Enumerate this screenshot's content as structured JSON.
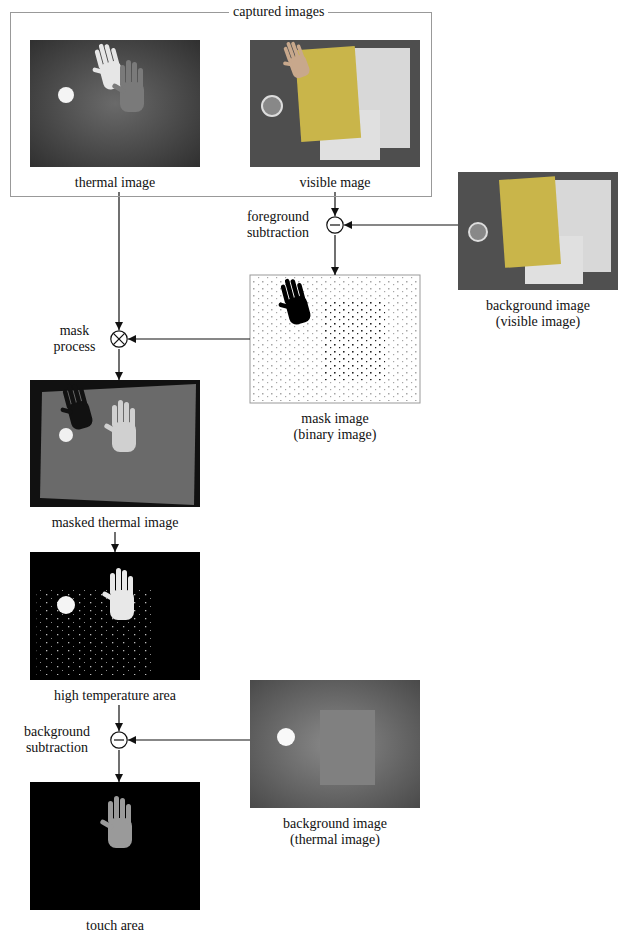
{
  "diagram": {
    "nodes": [
      {
        "text": [
          "captured images"
        ]
      },
      {
        "text": [
          "thermal image"
        ],
        "in": 0
      },
      {
        "text": [
          "visible mage"
        ],
        "in": 0
      },
      {
        "text": [
          "foreground subtraction"
        ]
      },
      {
        "text": [
          "background image (visible image)"
        ]
      },
      {
        "text": [
          "mask process"
        ]
      },
      {
        "text": [
          "mask image (binary image)"
        ]
      },
      {
        "text": [
          "masked thermal image"
        ]
      },
      {
        "text": [
          "high temperature area"
        ]
      },
      {
        "text": [
          "background subtraction"
        ]
      },
      {
        "text": [
          "background image (thermal image)"
        ]
      },
      {
        "text": [
          "touch area"
        ]
      }
    ],
    "edges": [
      {
        "from": 1,
        "to": 5,
        "arrow": "to"
      },
      {
        "from": 2,
        "to": 3,
        "arrow": "to"
      },
      {
        "from": 4,
        "to": 3,
        "arrow": "to"
      },
      {
        "from": 3,
        "to": 6,
        "arrow": "to"
      },
      {
        "from": 6,
        "to": 5,
        "arrow": "to"
      },
      {
        "from": 5,
        "to": 7,
        "arrow": "to"
      },
      {
        "from": 7,
        "to": 8,
        "arrow": "to"
      },
      {
        "from": 8,
        "to": 9,
        "arrow": "to"
      },
      {
        "from": 10,
        "to": 9,
        "arrow": "to"
      },
      {
        "from": 9,
        "to": 11,
        "arrow": "to"
      }
    ]
  }
}
